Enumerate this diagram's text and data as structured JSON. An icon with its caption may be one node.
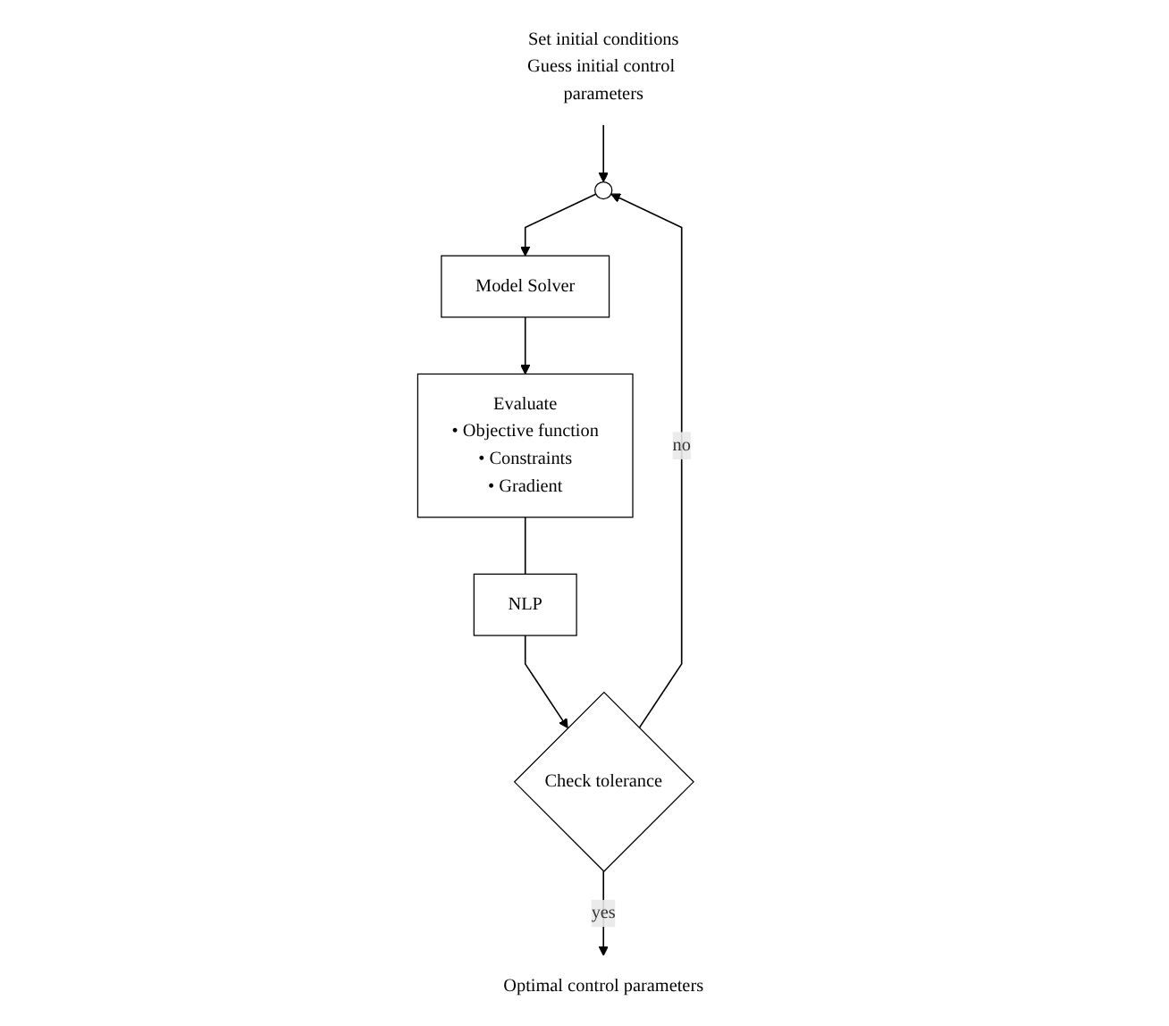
{
  "diagram": {
    "nodes": [
      {
        "text": [
          "Set initial conditions",
          "Guess initial control parameters"
        ]
      },
      {
        "text": [],
        "shape": "circle"
      },
      {
        "text": [
          "Model Solver"
        ]
      },
      {
        "text": [
          "Evaluate",
          "• Objective function",
          "• Constraints",
          "• Gradient"
        ]
      },
      {
        "text": [
          "NLP"
        ]
      },
      {
        "text": [
          "Check tolerance"
        ]
      },
      {
        "text": [
          "Optimal control parameters"
        ]
      }
    ],
    "edges": [
      {
        "from": 0,
        "to": 1,
        "arrow": "to"
      },
      {
        "from": 1,
        "to": 2,
        "arrow": "to"
      },
      {
        "from": 2,
        "to": 3,
        "arrow": "to"
      },
      {
        "from": 3,
        "to": 4,
        "arrow": "none"
      },
      {
        "from": 4,
        "to": 5,
        "arrow": "to"
      },
      {
        "from": 5,
        "to": 1,
        "label": "no",
        "arrow": "to"
      },
      {
        "from": 5,
        "to": 6,
        "label": "yes",
        "arrow": "to"
      }
    ]
  }
}
